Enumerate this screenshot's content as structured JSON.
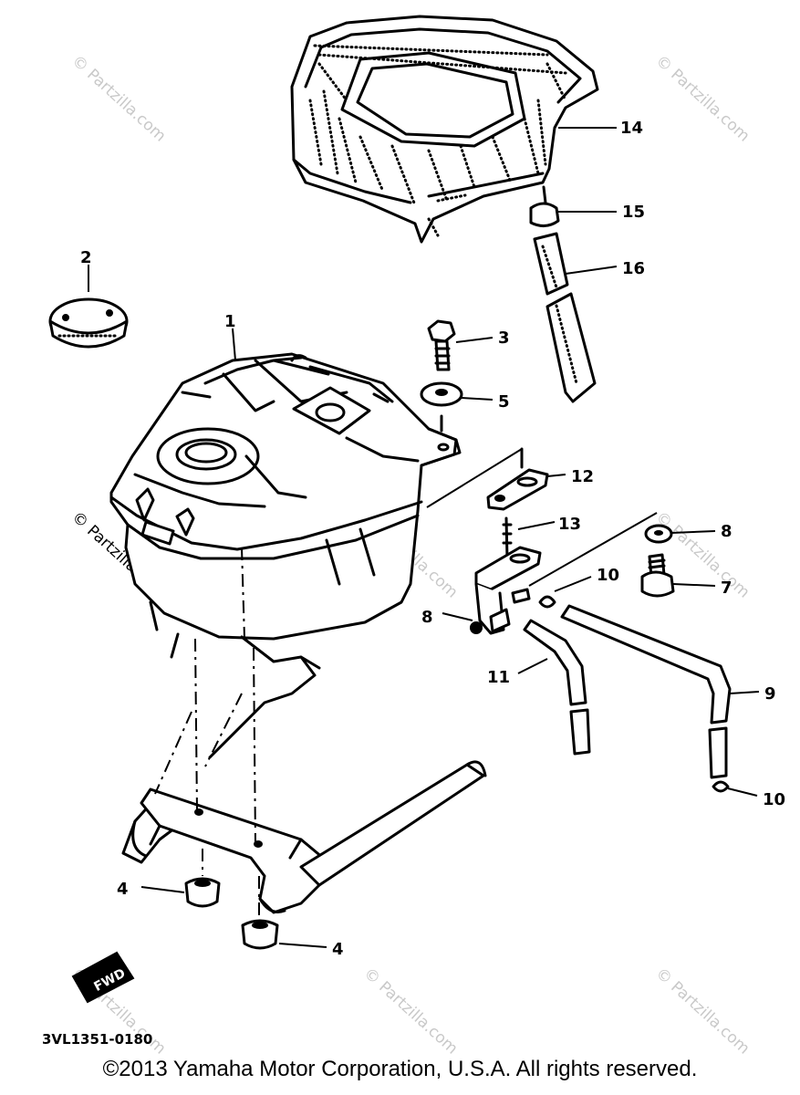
{
  "diagram": {
    "callouts": {
      "c1": "1",
      "c2": "2",
      "c3": "3",
      "c4a": "4",
      "c4b": "4",
      "c5": "5",
      "c7": "7",
      "c8a": "8",
      "c8b": "8",
      "c9": "9",
      "c10a": "10",
      "c10b": "10",
      "c11": "11",
      "c12": "12",
      "c13": "13",
      "c14": "14",
      "c15": "15",
      "c16": "16"
    },
    "part_code": "3VL1351-0180",
    "fwd_label": "FWD",
    "watermark": "© Partzilla.com"
  },
  "footer": {
    "copyright": "©2013 Yamaha Motor Corporation, U.S.A. All rights reserved."
  }
}
